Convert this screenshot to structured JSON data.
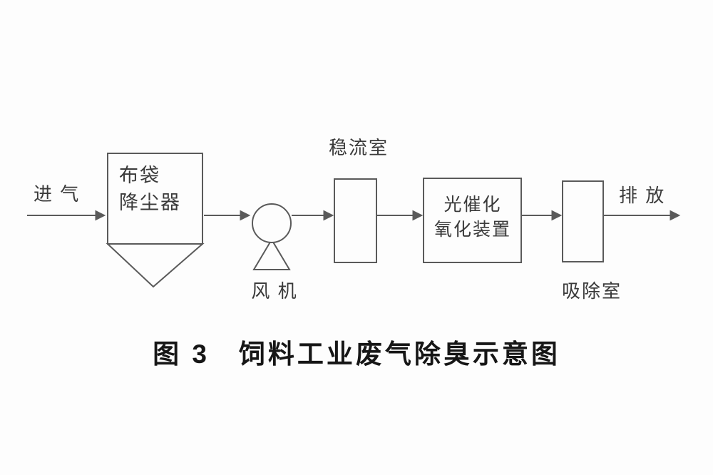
{
  "figure": {
    "caption": "图 3　饲料工业废气除臭示意图"
  },
  "labels": {
    "inlet": "进 气",
    "dust_collector_line1": "布袋",
    "dust_collector_line2": "降尘器",
    "fan": "风 机",
    "stabilization_chamber": "稳流室",
    "photocatalytic_line1": "光催化",
    "photocatalytic_line2": "氧化装置",
    "absorption_chamber": "吸除室",
    "outlet": "排 放"
  },
  "colors": {
    "stroke": "#5a5a5a",
    "text": "#3a3a3a",
    "caption_text": "#161616",
    "background": "#fdfdfd"
  }
}
